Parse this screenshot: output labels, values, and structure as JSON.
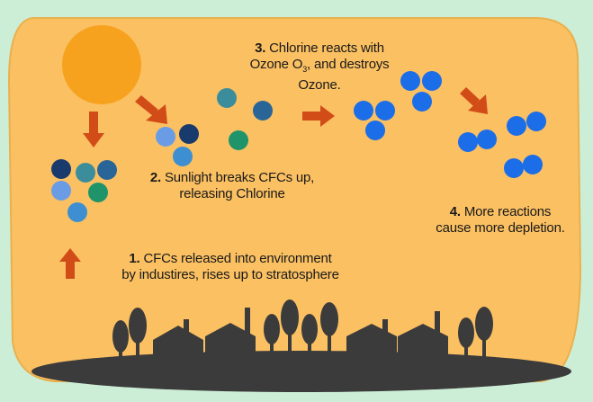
{
  "colors": {
    "background": "#cdeed6",
    "panel": "#fbc062",
    "panel_border": "#e9b04f",
    "sun": "#f7a21f",
    "arrow": "#d24c18",
    "ground": "#3b3b3b",
    "molecule_navy": "#183a6d",
    "molecule_teal": "#3c8d9c",
    "molecule_green": "#1f946a",
    "molecule_lightblue": "#6a9ce6",
    "molecule_skyblue": "#3d8fd1",
    "ozone_blue": "#1c6de8"
  },
  "steps": [
    {
      "number": "1.",
      "line1": "CFCs released into environment",
      "line2": "by industires, rises up to stratosphere"
    },
    {
      "number": "2.",
      "line1": "Sunlight breaks CFCs up,",
      "line2": "releasing Chlorine"
    },
    {
      "number": "3.",
      "line1_rest": "Chlorine reacts with",
      "line2_start": "Ozone O",
      "line2_sub": "3",
      "line2_end": ", and destroys",
      "line3": "Ozone."
    },
    {
      "number": "4.",
      "line1": "More reactions",
      "line2": "cause more depletion."
    }
  ]
}
